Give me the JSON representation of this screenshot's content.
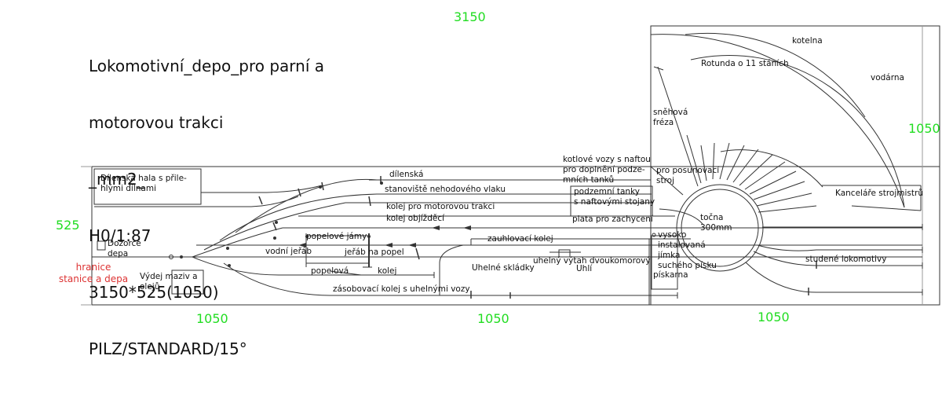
{
  "title_lines": [
    "Lokomotivní_depo_pro parní a",
    "motorovou trakci",
    "_mm2_",
    "H0/1:87",
    "3150*525(1050)",
    "PILZ/STANDARD/15°"
  ],
  "dimensions": {
    "top": "3150",
    "left": "525",
    "right": "1050",
    "bottom": [
      "1050",
      "1050",
      "1050"
    ]
  },
  "boundary_label": [
    "hranice",
    "stanice a depa"
  ],
  "labels": {
    "dilenska_hala": [
      "Dílenská hala s přile-",
      "hlými dílnami"
    ],
    "dilenska": "dílenská",
    "nehodovy_vlak": "stanoviště nehodového vlaku",
    "motorova_trakce": "kolej pro motorovou trakci",
    "objizdeci": "kolej objížděcí",
    "kotlove_vozy": [
      "kotlové vozy s naftou",
      "pro doplnění podze-",
      "mních tanků"
    ],
    "podzemni_tanky": [
      "podzemní tanky",
      "s naftovými stojany"
    ],
    "plata": "plata pro zachycení",
    "posunovaci_stroj": [
      "pro posunovací",
      "stroj"
    ],
    "snehova_freza": [
      "sněhová",
      "fréza"
    ],
    "kotelna": "kotelna",
    "rotunda": "Rotunda o 11 stáních",
    "vodarna": "vodárna",
    "kancelare": "Kanceláře strojmistrů",
    "tocna": [
      "točna",
      "300mm"
    ],
    "popelove_jamy": "popelové jámy",
    "vodni_jerab": "vodní jeřáb",
    "jerab_na_popel": "jeřáb na popel",
    "zauhlovaci": "zauhlovací kolej",
    "vysoko": [
      "vysoko",
      "instalovaná",
      "jímka",
      "suchého písku"
    ],
    "piskarna": "pískarna",
    "studene": "studené lokomotivy",
    "dozorce": [
      "Dozorce",
      "depa"
    ],
    "vydej": [
      "Výdej maziv a",
      "olejů"
    ],
    "popelova": "popelová",
    "kolej": "kolej",
    "uhelne_sklady": "Uhelné skládky",
    "vytah": "uhelný výtah dvoukomorový",
    "uhli": "Uhlí",
    "zasobovaci": "zásobovací kolej s uhelnými vozy"
  }
}
